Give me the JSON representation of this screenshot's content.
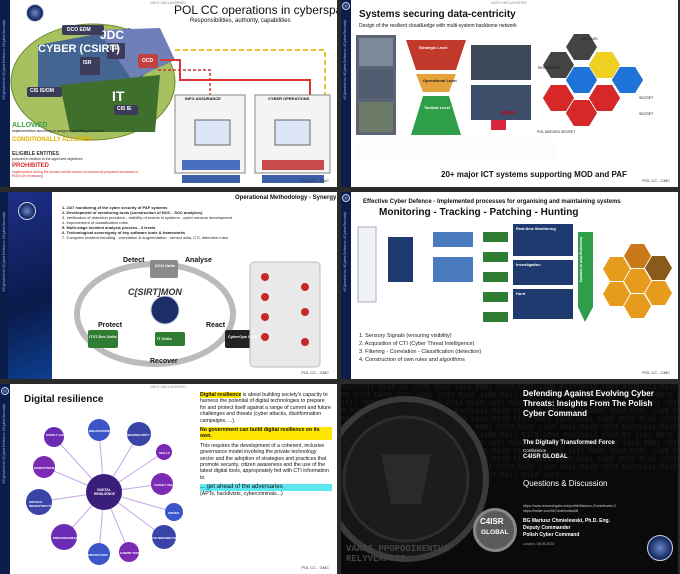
{
  "sidebar_text": "#CyberIsNot #CyberDefence #CyberSecurity",
  "classification": "NATO UNCLASSIFIED",
  "footer": "POL CC - GMC",
  "slide1": {
    "title": "POL CC operations in cyberspace",
    "subtitle": "Responsibilities, authority, capabilities",
    "cyber": "CYBER (CSIRT)",
    "jdc": "JDC",
    "it": "IT",
    "dco": "DCO EDM",
    "isr1": "ISR",
    "isr2": "ISR",
    "ocd": "OCD",
    "cis": "CIS IS/OM",
    "cisie": "CIS IE",
    "allowed": "ALLOWED",
    "allowed_desc": "implementation according to assigned operating procedures",
    "cond": "CONDITIONALLY ALLOWED",
    "eligible": "ELIGIBLE ENTITIES",
    "eligible_desc": "pursued in relation to the approved objectives",
    "prohibited": "PROHIBITED",
    "prohibited_desc": "implemented during the armed conflict based on previously prepared scenarios or ROEs (if necessary)",
    "box_a": "INFO ASSURANCE",
    "box_b": "CYBER OPERATIONS"
  },
  "slide2": {
    "title": "Systems securing data-centricity",
    "subtitle": "Design of the resilient cloud&edge with multi-system backbone network",
    "strategic": "Strategic Level",
    "operational": "Operational Level",
    "tactical": "Tactical Level",
    "gov": "gov.pl",
    "bottom": "20+ major ICT systems supporting MOD and PAF",
    "hex_labels": [
      "UNCLASS",
      "RESTRICTED",
      "SECRET",
      "POL NATO/EU SECRET",
      "SECRET"
    ]
  },
  "slide3": {
    "title": "Operational Methodology - Synergy",
    "items": [
      "1. 24/7 monitoring of the cyber security of PAF systems",
      "2. Development of monitoring tools (construction of NOC - SOC analytics)",
      "3. Verification of detection precision - visibility of events in systems - cyber sensors development",
      "4. Improvement of classification rules",
      "5. Multi-stage incident analysis process - 3 levels",
      "6. Technological sovereignty of key software tools & frameworks",
      "7. Computer incident handling - correlation & augmentation - sensor data, CTI, detection rules"
    ],
    "detect": "Detect",
    "analyse": "Analyse",
    "protect": "Protect",
    "react": "React",
    "recover": "Recover",
    "dco_units": "DCO Units",
    "itit_units": "IT/IT-Sec Units",
    "it_units": "IT Units",
    "cyberops_units": "CyberOps Units",
    "csirtmon": "C[SIRT]MON"
  },
  "slide4": {
    "title": "Effective Cyber Defence - Implemented processes for organising and maintaining systems",
    "headline": "Monitoring - Tracking - Patching - Hunting",
    "list": [
      "1. Sensory Signals (ensuring visibility)",
      "2. Acquisition of CTI (Cyber Threat Intelligence)",
      "3. Filtering - Correlation - Classification (detection)",
      "4. Construction of own rules and algorithms"
    ],
    "rt": "Real-time Monitoring",
    "ia": "Investigation",
    "hunt": "Hunt",
    "vertical": "Increasing level of maturity"
  },
  "slide5": {
    "title": "Digital resilience",
    "p1_a": "Digital resilience",
    "p1_b": "is about building society's capacity to harness the potential of digital technologies to prepare for and protect itself against a range of current and future challenges and threats (cyber attacks, disinformation campaigns, ...).",
    "p2": "No government can build digital resilience on its own.",
    "p3": "This requires the development of a coherent, inclusive governance model involving the private technology sector and the adoption of strategies and practices that promote security, citizen awareness and the use of the latest digital tools, appropriately fed with CTI information to",
    "p4": "... get ahead of the adversaries",
    "p5": "(APTs, hacktivists, cybercriminals...)",
    "center": "DIGITAL RESILIENCE",
    "nodes": [
      "SUPPLY CHAINS",
      "BREAKDOWNS",
      "CYBERSECURITY",
      "SKILLS",
      "TARGET VECTORS",
      "CRISES",
      "VULNERABILITIES",
      "HYBRID THREATS",
      "PROTECTION",
      "PREPAREDNESS",
      "CRITICAL INFRASTRUCTURE",
      "DISRUPTIONS"
    ]
  },
  "slide6": {
    "title": "Defending Against Evolving Cyber Threats: Insights From The Polish Cyber Command",
    "sub1": "The Digitally Transformed Force",
    "sub2": "Conference",
    "sub3": "C4ISR GLOBAL",
    "qd": "Questions & Discussion",
    "link1": "https://www.researchgate.net/profile/Mariusz-Chmielewski-2",
    "link2": "https://twitter.com/MChmielewskiMil",
    "name": "BG Mariusz Chmielewski, Ph.D. Eng.",
    "role1": "Deputy Commander",
    "role2": "Polish Cyber Command",
    "date": "London, 06.05.2025",
    "badge1": "C4ISR",
    "badge2": "GLOBAL",
    "code_words": "VAAAI PPOPOOINENTUA RELYVERPRZI"
  }
}
